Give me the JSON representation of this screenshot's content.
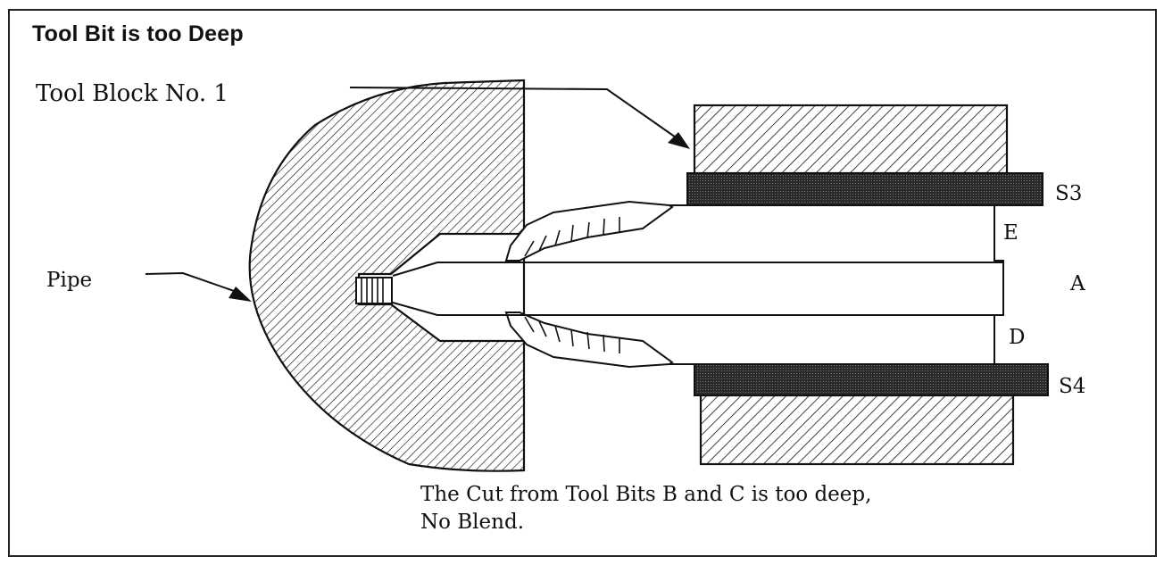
{
  "title": "Tool Bit is too Deep",
  "labels": {
    "tool_block": "Tool Block No. 1",
    "pipe": "Pipe",
    "s3": "S3",
    "s4": "S4",
    "e": "E",
    "a": "A",
    "d": "D"
  },
  "caption": {
    "line1": "The Cut from Tool Bits B and C is too deep,",
    "line2": "No Blend."
  }
}
